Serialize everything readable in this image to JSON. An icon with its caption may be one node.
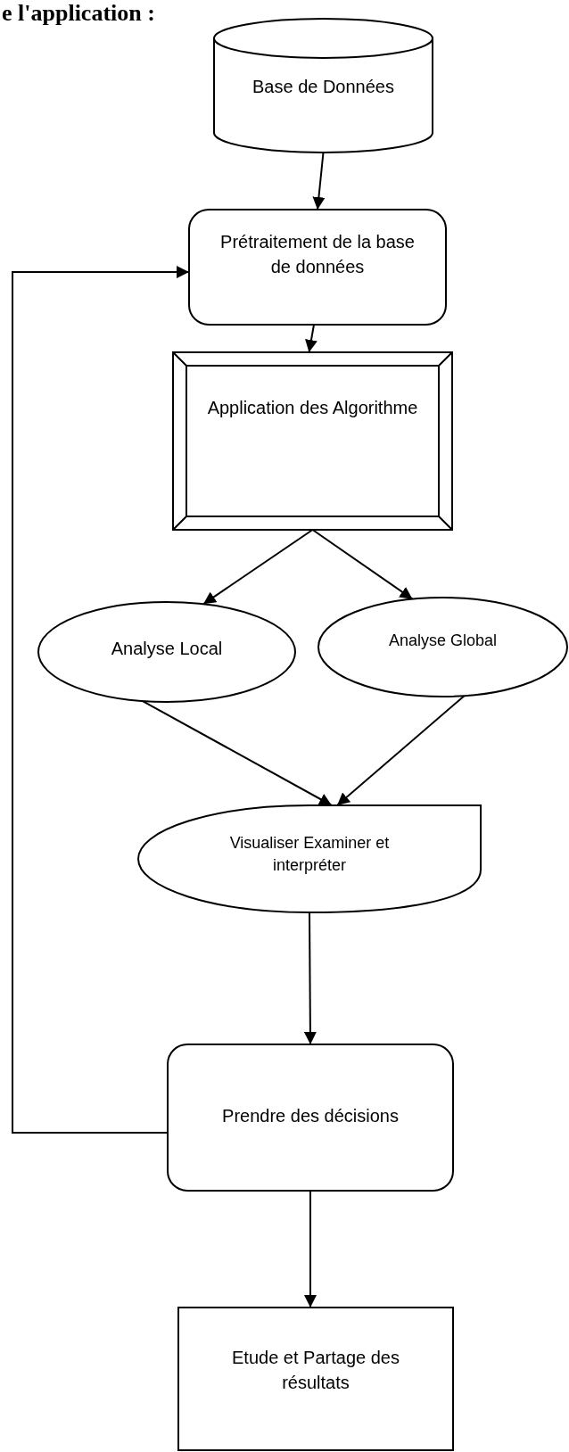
{
  "diagram": {
    "title": "e l'application :",
    "nodes": [
      {
        "text": [
          "Base de Données"
        ]
      },
      {
        "text": [
          "Prétraitement de la base de données"
        ]
      },
      {
        "text": [
          "Application des Algorithme"
        ]
      },
      {
        "text": [
          "Analyse Local"
        ]
      },
      {
        "text": [
          "Analyse Global"
        ]
      },
      {
        "text": [
          "Visualiser Examiner et interpréter"
        ]
      },
      {
        "text": [
          "Prendre des décisions"
        ]
      },
      {
        "text": [
          "Etude et Partage des résultats"
        ]
      }
    ],
    "edges": [
      {
        "from": 0,
        "to": 1,
        "arrow": "to"
      },
      {
        "from": 1,
        "to": 2,
        "arrow": "to"
      },
      {
        "from": 2,
        "to": 3,
        "arrow": "to"
      },
      {
        "from": 2,
        "to": 4,
        "arrow": "to"
      },
      {
        "from": 3,
        "to": 5,
        "arrow": "to"
      },
      {
        "from": 4,
        "to": 5,
        "arrow": "to"
      },
      {
        "from": 5,
        "to": 6,
        "arrow": "to"
      },
      {
        "from": 6,
        "to": 7,
        "arrow": "to"
      },
      {
        "from": 6,
        "to": 1,
        "arrow": "to"
      }
    ]
  }
}
